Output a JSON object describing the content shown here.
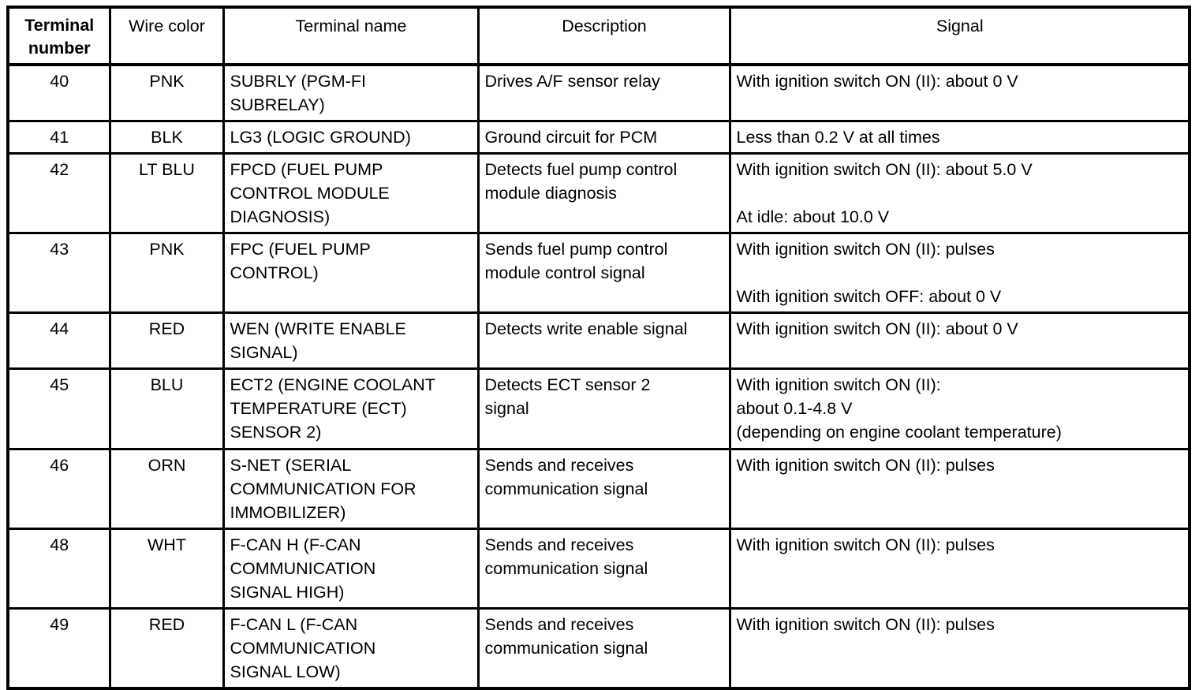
{
  "document": {
    "type": "table",
    "title": "PCM terminal table"
  },
  "table": {
    "headers": {
      "terminal_number": "Terminal\nnumber",
      "wire_color": "Wire color",
      "terminal_name": "Terminal name",
      "description": "Description",
      "signal": "Signal"
    },
    "rows": [
      {
        "terminal_number": "40",
        "wire_color": "PNK",
        "terminal_name": "SUBRLY (PGM-FI\nSUBRELAY)",
        "description": "Drives A/F sensor relay",
        "signal": "With ignition switch ON (II): about 0 V"
      },
      {
        "terminal_number": "41",
        "wire_color": "BLK",
        "terminal_name": "LG3 (LOGIC GROUND)",
        "description": "Ground circuit for PCM",
        "signal": "Less than 0.2 V at all times"
      },
      {
        "terminal_number": "42",
        "wire_color": "LT BLU",
        "terminal_name": "FPCD (FUEL PUMP\nCONTROL MODULE\nDIAGNOSIS)",
        "description": "Detects fuel pump control\nmodule diagnosis",
        "signal": "With ignition switch ON (II): about 5.0 V\n\nAt idle: about 10.0 V"
      },
      {
        "terminal_number": "43",
        "wire_color": "PNK",
        "terminal_name": "FPC (FUEL PUMP\nCONTROL)",
        "description": "Sends fuel pump control\nmodule control signal",
        "signal": "With ignition switch ON (II): pulses\n\nWith ignition switch OFF: about 0 V"
      },
      {
        "terminal_number": "44",
        "wire_color": "RED",
        "terminal_name": "WEN (WRITE ENABLE\nSIGNAL)",
        "description": "Detects write enable signal",
        "signal": "With ignition switch ON (II): about 0 V"
      },
      {
        "terminal_number": "45",
        "wire_color": "BLU",
        "terminal_name": "ECT2 (ENGINE COOLANT\nTEMPERATURE (ECT)\nSENSOR 2)",
        "description": "Detects ECT sensor 2\nsignal",
        "signal": "With ignition switch ON (II):\nabout 0.1-4.8 V\n(depending on engine coolant temperature)"
      },
      {
        "terminal_number": "46",
        "wire_color": "ORN",
        "terminal_name": "S-NET (SERIAL\nCOMMUNICATION FOR\nIMMOBILIZER)",
        "description": "Sends and receives\ncommunication signal",
        "signal": "With ignition switch ON (II): pulses"
      },
      {
        "terminal_number": "48",
        "wire_color": "WHT",
        "terminal_name": "F-CAN H (F-CAN\nCOMMUNICATION\nSIGNAL HIGH)",
        "description": "Sends and receives\ncommunication signal",
        "signal": "With ignition switch ON (II): pulses"
      },
      {
        "terminal_number": "49",
        "wire_color": "RED",
        "terminal_name": "F-CAN L (F-CAN\nCOMMUNICATION\nSIGNAL LOW)",
        "description": "Sends and receives\ncommunication signal",
        "signal": "With ignition switch ON (II): pulses"
      }
    ]
  },
  "colors": {
    "background": "#ffffff",
    "text": "#000000",
    "border": "#000000"
  }
}
